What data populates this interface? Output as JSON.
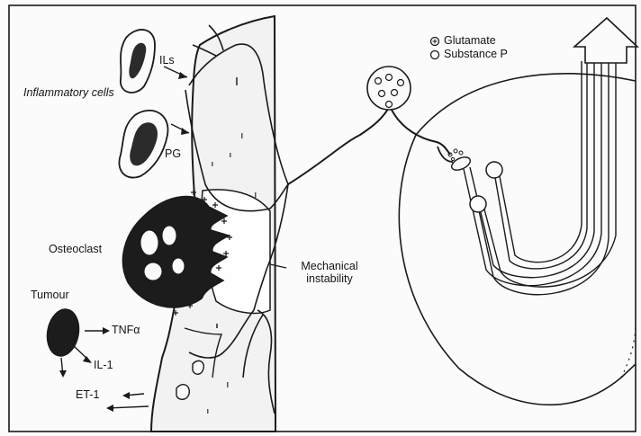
{
  "labels": {
    "inflammatory_cells": "Inflammatory cells",
    "ils": "ILs",
    "pg": "PG",
    "osteoclast": "Osteoclast",
    "tumour": "Tumour",
    "tnf": "TNFα",
    "il1": "IL-1",
    "et1": "ET-1",
    "mechanical_instability": "Mechanical instability"
  },
  "legend": {
    "glutamate": "Glutamate",
    "substance_p": "Substance P"
  },
  "colors": {
    "ink": "#141414",
    "paper": "#fbfbfb"
  }
}
